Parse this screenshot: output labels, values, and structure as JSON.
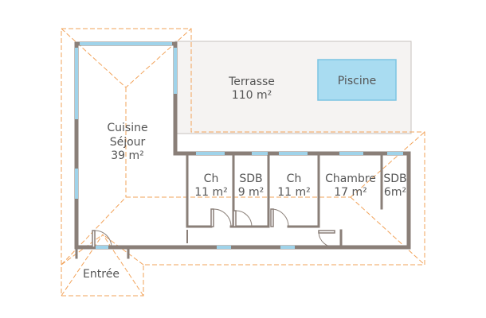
{
  "rooms": {
    "terrasse": {
      "name": "Terrasse",
      "area": "110 m²"
    },
    "piscine": {
      "name": "Piscine"
    },
    "cuisine": {
      "name1": "Cuisine",
      "name2": "Séjour",
      "area": "39 m²"
    },
    "ch1": {
      "name": "Ch",
      "area": "11 m²"
    },
    "sdb1": {
      "name": "SDB",
      "area": "9 m²"
    },
    "ch2": {
      "name": "Ch",
      "area": "11 m²"
    },
    "chambre": {
      "name": "Chambre",
      "area": "17 m²"
    },
    "sdb2": {
      "name": "SDB",
      "area": "6m²"
    },
    "entree": {
      "name": "Entrée"
    }
  },
  "colors": {
    "wall": "#8a7f78",
    "window": "#9fd3ea",
    "roof_line": "#f2a35a",
    "pool": "#a9dcf1",
    "terrace": "#f5f3f2",
    "text": "#555555"
  },
  "icons": [
    "door-swing-icon"
  ]
}
